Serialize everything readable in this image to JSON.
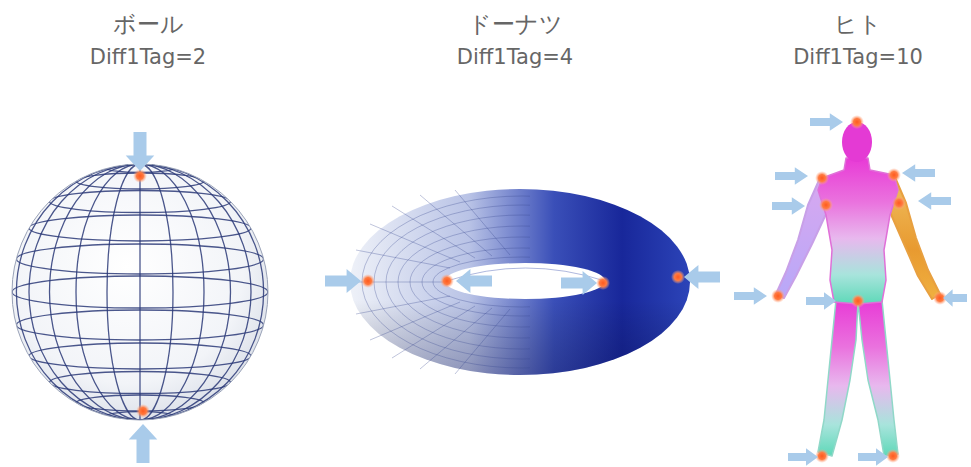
{
  "diagram": {
    "labels": [
      "ボール",
      "Diff1Tag=2",
      "ドーナツ",
      "Diff1Tag=4",
      "ヒト",
      "Diff1Tag=10"
    ]
  }
}
